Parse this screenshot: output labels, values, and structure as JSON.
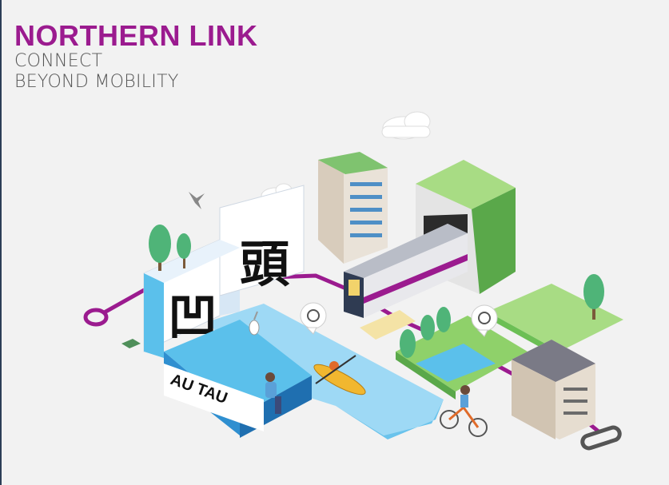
{
  "header": {
    "title": "NORTHERN LINK",
    "subtitle_line1": "CONNECT",
    "subtitle_line2": "BEYOND MOBILITY"
  },
  "sign": {
    "char1": "凹",
    "char2": "頭",
    "station_name": "AU TAU"
  },
  "colors": {
    "brand": "#9b1b8f",
    "subtitle": "#555555",
    "background": "#f2f2f2",
    "water": "#5bc0eb",
    "grass": "#8fd16a"
  },
  "icons": [
    "camera-bubble-icon",
    "camera-bubble-icon"
  ]
}
